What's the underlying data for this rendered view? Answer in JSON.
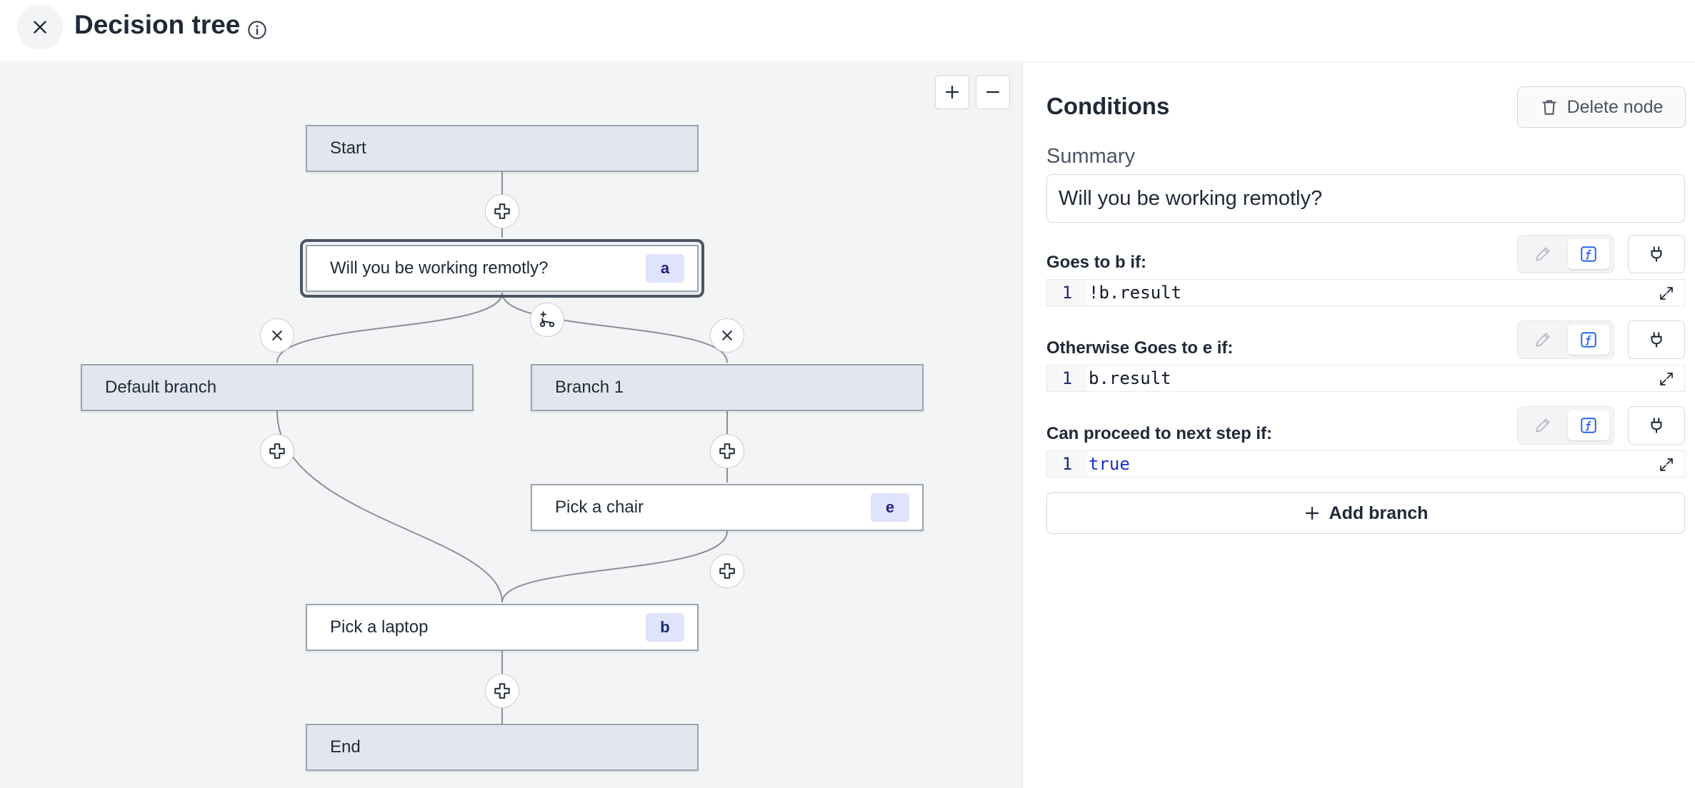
{
  "header": {
    "title": "Decision tree"
  },
  "canvas": {
    "nodes": {
      "start": {
        "label": "Start"
      },
      "question": {
        "label": "Will you be working remotly?",
        "badge": "a"
      },
      "default_branch": {
        "label": "Default branch"
      },
      "branch_1": {
        "label": "Branch 1"
      },
      "pick_chair": {
        "label": "Pick a chair",
        "badge": "e"
      },
      "pick_laptop": {
        "label": "Pick a laptop",
        "badge": "b"
      },
      "end": {
        "label": "End"
      }
    }
  },
  "panel": {
    "title": "Conditions",
    "delete_label": "Delete node",
    "summary_label": "Summary",
    "summary_value": "Will you be working remotly?",
    "conditions": [
      {
        "label": "Goes to b if:",
        "line": "1",
        "code": "!b.result"
      },
      {
        "label": "Otherwise Goes to e if:",
        "line": "1",
        "code": "b.result"
      },
      {
        "label": "Can proceed to next step if:",
        "line": "1",
        "code": "true"
      }
    ],
    "add_branch_label": "Add branch"
  },
  "colors": {
    "canvas_bg": "#f3f4f6",
    "node_fill": "#e2e7ef",
    "badge_bg": "#dfe3fb",
    "badge_text": "#1e2a78",
    "accent_blue": "#2563eb"
  }
}
